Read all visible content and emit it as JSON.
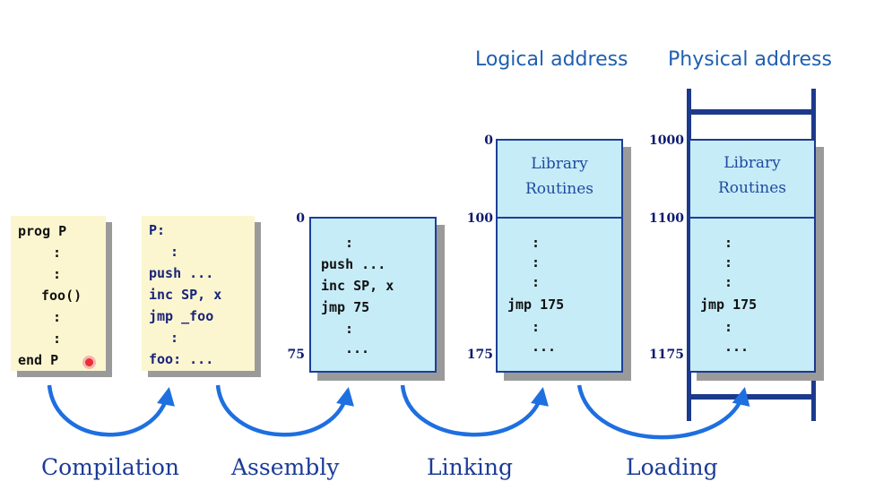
{
  "headers": {
    "logical": "Logical address",
    "physical": "Physical address"
  },
  "source_box": {
    "lines": [
      "prog P",
      ":",
      ":",
      "foo()",
      ":",
      ":",
      "end P"
    ]
  },
  "assembly_box": {
    "lines": [
      "P:",
      ":",
      "push ...",
      "inc SP, x",
      "jmp _foo",
      ":",
      "foo: ..."
    ]
  },
  "object_box": {
    "addr_top": "0",
    "addr_bottom": "75",
    "lines": [
      ":",
      "push ...",
      "inc SP, x",
      "jmp 75",
      ":",
      "..."
    ]
  },
  "logical_box": {
    "addr_0": "0",
    "addr_100": "100",
    "addr_175": "175",
    "library_line1": "Library",
    "library_line2": "Routines",
    "lines": [
      ":",
      ":",
      ":",
      "jmp 175",
      ":",
      "..."
    ]
  },
  "physical_box": {
    "addr_1000": "1000",
    "addr_1100": "1100",
    "addr_1175": "1175",
    "library_line1": "Library",
    "library_line2": "Routines",
    "lines": [
      ":",
      ":",
      ":",
      "jmp 175",
      ":",
      "..."
    ]
  },
  "steps": {
    "compilation": "Compilation",
    "assembly": "Assembly",
    "linking": "Linking",
    "loading": "Loading"
  },
  "colors": {
    "arrow": "#1e6fe0",
    "code_bg": "#fbf6cf",
    "memory_bg": "#c6ecf7",
    "memory_border": "#1c3f9a",
    "label_blue": "#1f5fb0"
  }
}
